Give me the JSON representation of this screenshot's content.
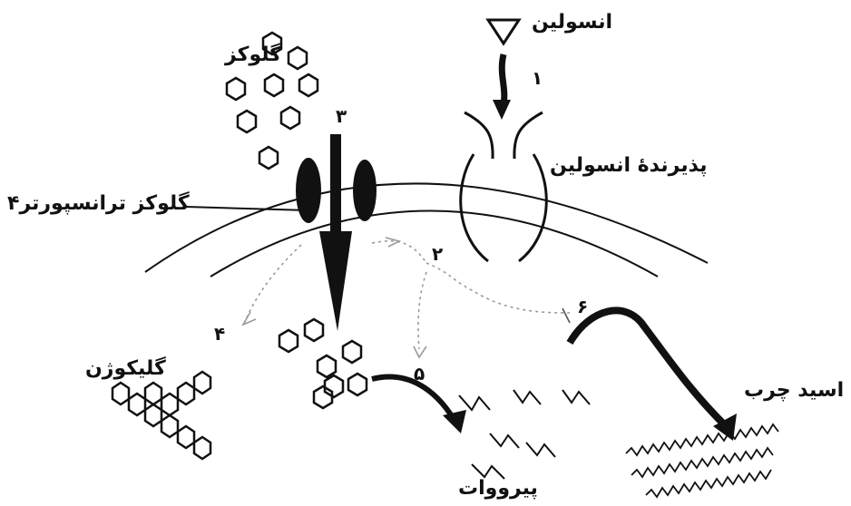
{
  "labels": {
    "insulin": "انسولین",
    "insulin_receptor": "پذیرندهٔ انسولین",
    "glucose": "گلوکز",
    "glucose_transporter": "گلوکز ترانسپورتر۴",
    "glycogen": "گلیکوژن",
    "pyruvate": "پیرووات",
    "fatty_acid": "اسید چرب"
  },
  "step_numbers": {
    "one": "۱",
    "two": "۲",
    "three": "۳",
    "four": "۴",
    "five": "۵",
    "six": "۶"
  },
  "colors": {
    "ink": "#111111",
    "faint": "#9a9a9a",
    "background": "#ffffff"
  }
}
